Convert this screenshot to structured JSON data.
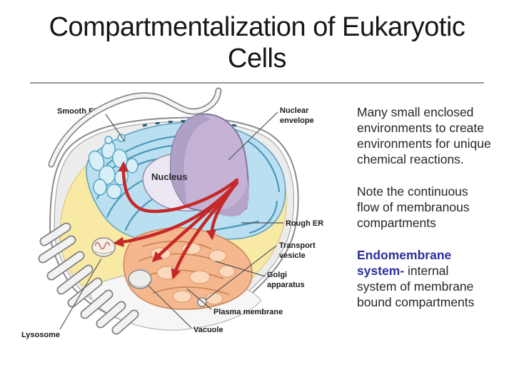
{
  "slide": {
    "title": "Compartmentalization of Eukaryotic Cells"
  },
  "notes": {
    "p1": "Many small enclosed environments to create environments for unique chemical reactions.",
    "p2": "Note the continuous flow of membranous compartments",
    "p3_lead": "Endomembrane system-",
    "p3_rest": " internal system of membrane bound compartments"
  },
  "diagram": {
    "labels": {
      "smooth_er": "Smooth ER",
      "nuclear_envelope_1": "Nuclear",
      "nuclear_envelope_2": "envelope",
      "nucleus": "Nucleus",
      "rough_er": "Rough ER",
      "transport_vesicle_1": "Transport",
      "transport_vesicle_2": "vesicle",
      "golgi_1": "Golgi",
      "golgi_2": "apparatus",
      "plasma_membrane": "Plasma membrane",
      "vacuole": "Vacuole",
      "lysosome": "Lysosome"
    },
    "colors": {
      "arrow_red": "#C62828",
      "cytoplasm_yellow": "#F8E9A4",
      "er_blue": "#B9DFF1",
      "er_line_blue": "#4E98BA",
      "nucleus_lavender": "#C4B3D5",
      "nucleus_floor": "#ECE7F3",
      "golgi_orange": "#F5B88E",
      "accent_blue": "#2D2F9E",
      "membrane_grey": "#8A8A8A"
    }
  }
}
